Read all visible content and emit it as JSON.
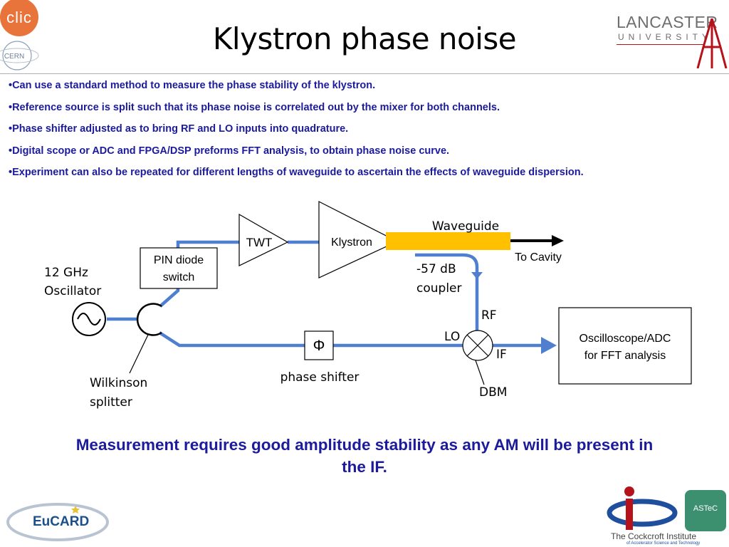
{
  "title": "Klystron phase noise",
  "bullets": [
    "Can use a standard method to measure the phase stability of the klystron.",
    "Reference source is split such that its phase noise is correlated out by the mixer for both channels.",
    "Phase shifter adjusted as to bring RF and LO inputs into quadrature.",
    "Digital scope or ADC and FPGA/DSP preforms FFT analysis, to obtain phase noise curve.",
    "Experiment can also be repeated for different lengths of waveguide to ascertain the effects of waveguide dispersion."
  ],
  "diagram": {
    "oscillator": [
      "12 GHz",
      "Oscillator"
    ],
    "pin_switch": [
      "PIN diode",
      "switch"
    ],
    "twt": "TWT",
    "klystron": "Klystron",
    "waveguide": "Waveguide",
    "to_cavity": "To Cavity",
    "coupler": [
      "-57 dB",
      "coupler"
    ],
    "rf": "RF",
    "lo": "LO",
    "if": "IF",
    "dbm": "DBM",
    "phase_symbol": "Φ",
    "phase_shifter": "phase shifter",
    "splitter": [
      "Wilkinson",
      "splitter"
    ],
    "scope": [
      "Oscilloscope/ADC",
      "for FFT analysis"
    ]
  },
  "conclusion": "Measurement requires good amplitude stability as any AM will be present in the IF.",
  "logos": {
    "clic": "CLIC",
    "cern": "CERN",
    "lancaster": [
      "LANCASTER",
      "UNIVERSITY"
    ],
    "eucard": "EuCARD",
    "astec": "ASTeC",
    "cockcroft": [
      "The Cockcroft Institute",
      "of Accelerator Science and Technology"
    ]
  },
  "colors": {
    "line": "#4f7fce",
    "text_blue": "#1b1b9c",
    "waveguide": "#ffc000",
    "lancaster_red": "#b5121b",
    "clic_orange": "#e8743b"
  }
}
